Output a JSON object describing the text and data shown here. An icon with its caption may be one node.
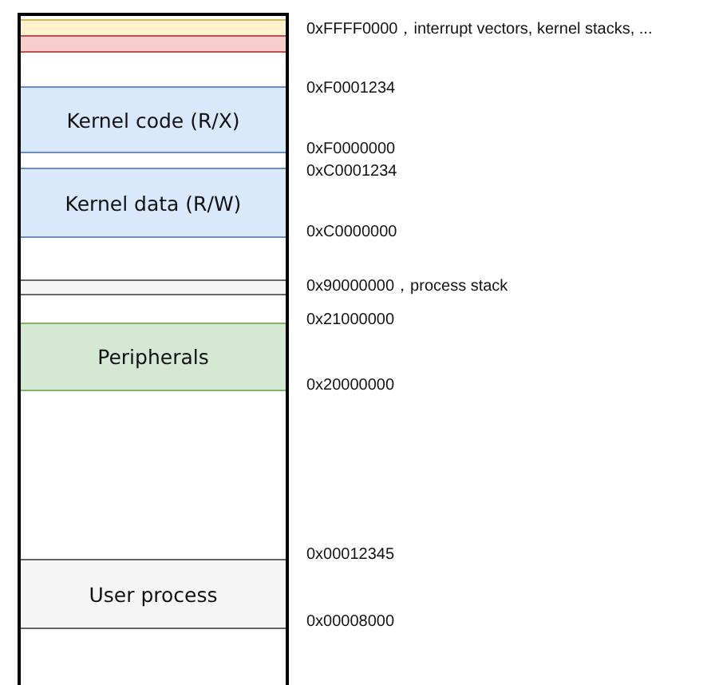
{
  "diagram": {
    "nodes": [
      {
        "text": [],
        "shape": "box"
      },
      {
        "text": [],
        "shape": "box",
        "in": 0
      },
      {
        "text": [],
        "shape": "box",
        "in": 0
      },
      {
        "text": [
          "Kernel code (R/X)"
        ],
        "in": 0
      },
      {
        "text": [
          "Kernel data (R/W)"
        ],
        "in": 0
      },
      {
        "text": [],
        "shape": "box",
        "in": 0
      },
      {
        "text": [
          "Peripherals"
        ],
        "in": 0
      },
      {
        "text": [
          "User process"
        ],
        "in": 0
      }
    ],
    "labels": [
      "0xFFFF0000，interrupt vectors, kernel stacks, ...",
      "0xF0001234",
      "0xF0000000",
      "0xC0001234",
      "0xC0000000",
      "0x90000000，process stack",
      "0x21000000",
      "0x20000000",
      "0x00012345",
      "0x00008000"
    ]
  }
}
